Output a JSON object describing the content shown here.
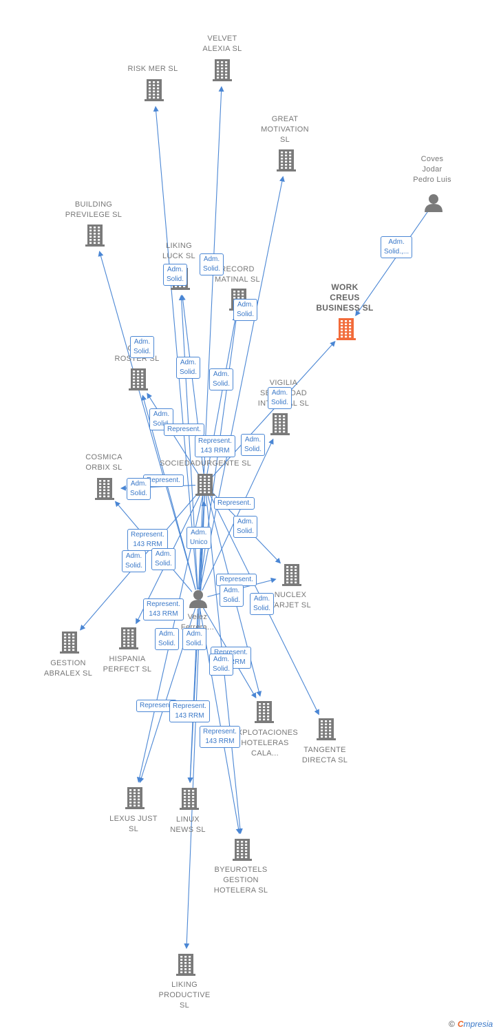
{
  "nodes": [
    {
      "id": "velvet",
      "type": "company",
      "lines": [
        "VELVET",
        "ALEXIA  SL"
      ]
    },
    {
      "id": "riskmer",
      "type": "company",
      "lines": [
        "RISK MER  SL"
      ]
    },
    {
      "id": "great",
      "type": "company",
      "lines": [
        "GREAT",
        "MOTIVATION",
        "SL"
      ]
    },
    {
      "id": "coves",
      "type": "person",
      "lines": [
        "Coves",
        "Jodar",
        "Pedro Luis"
      ]
    },
    {
      "id": "building",
      "type": "company",
      "lines": [
        "BUILDING",
        "PREVILEGE  SL"
      ]
    },
    {
      "id": "likingluck",
      "type": "company",
      "lines": [
        "LIKING",
        "LUCK  SL"
      ]
    },
    {
      "id": "record",
      "type": "company",
      "lines": [
        "RECORD",
        "MATINAL  SL"
      ]
    },
    {
      "id": "workcreus",
      "type": "company",
      "highlight": true,
      "lines": [
        "WORK",
        "CREUS",
        "BUSINESS  SL"
      ]
    },
    {
      "id": "cosmo",
      "type": "company",
      "lines": [
        "CO...",
        "ROSTER  SL"
      ]
    },
    {
      "id": "vigilia",
      "type": "company",
      "lines": [
        "VIGILIA",
        "SEGURIDAD",
        "INTEGRAL  SL"
      ]
    },
    {
      "id": "sociedad",
      "type": "company",
      "lines": [
        "G...",
        "SOCIEDADURGENTE SL"
      ]
    },
    {
      "id": "cosmica",
      "type": "company",
      "lines": [
        "COSMICA",
        "ORBIX  SL"
      ]
    },
    {
      "id": "nuclex",
      "type": "company",
      "lines": [
        "NUCLEX",
        "TARJET  SL"
      ]
    },
    {
      "id": "velez",
      "type": "person",
      "lines": [
        "Velez",
        "Ferrera..."
      ]
    },
    {
      "id": "gestion",
      "type": "company",
      "lines": [
        "GESTION",
        "ABRALEX  SL"
      ]
    },
    {
      "id": "hispania",
      "type": "company",
      "lines": [
        "HISPANIA",
        "PERFECT  SL"
      ]
    },
    {
      "id": "explot",
      "type": "company",
      "lines": [
        "EXPLOTACIONES",
        "HOTELERAS",
        "CALA..."
      ]
    },
    {
      "id": "tangente",
      "type": "company",
      "lines": [
        "TANGENTE",
        "DIRECTA  SL"
      ]
    },
    {
      "id": "lexus",
      "type": "company",
      "lines": [
        "LEXUS JUST",
        "SL"
      ]
    },
    {
      "id": "linux",
      "type": "company",
      "lines": [
        "LINUX",
        "NEWS  SL"
      ]
    },
    {
      "id": "byeurotels",
      "type": "company",
      "lines": [
        "BYEUROTELS",
        "GESTION",
        "HOTELERA  SL"
      ]
    },
    {
      "id": "likingprod",
      "type": "company",
      "lines": [
        "LIKING",
        "PRODUCTIVE",
        "SL"
      ]
    }
  ],
  "edges": [
    {
      "from": "coves",
      "to": "workcreus"
    },
    {
      "from": "velez",
      "to": "riskmer"
    },
    {
      "from": "velez",
      "to": "velvet"
    },
    {
      "from": "velez",
      "to": "great"
    },
    {
      "from": "velez",
      "to": "building"
    },
    {
      "from": "velez",
      "to": "likingluck"
    },
    {
      "from": "sociedad",
      "to": "likingluck"
    },
    {
      "from": "velez",
      "to": "record"
    },
    {
      "from": "sociedad",
      "to": "record"
    },
    {
      "from": "velez",
      "to": "cosmo"
    },
    {
      "from": "sociedad",
      "to": "cosmo"
    },
    {
      "from": "sociedad",
      "to": "workcreus"
    },
    {
      "from": "velez",
      "to": "vigilia"
    },
    {
      "from": "velez",
      "to": "sociedad"
    },
    {
      "from": "sociedad",
      "to": "cosmica"
    },
    {
      "from": "velez",
      "to": "cosmica"
    },
    {
      "from": "sociedad",
      "to": "nuclex"
    },
    {
      "from": "velez",
      "to": "nuclex"
    },
    {
      "from": "sociedad",
      "to": "gestion"
    },
    {
      "from": "sociedad",
      "to": "hispania"
    },
    {
      "from": "velez",
      "to": "explot"
    },
    {
      "from": "sociedad",
      "to": "explot"
    },
    {
      "from": "sociedad",
      "to": "tangente"
    },
    {
      "from": "sociedad",
      "to": "lexus"
    },
    {
      "from": "velez",
      "to": "lexus"
    },
    {
      "from": "sociedad",
      "to": "linux"
    },
    {
      "from": "velez",
      "to": "linux"
    },
    {
      "from": "sociedad",
      "to": "byeurotels"
    },
    {
      "from": "velez",
      "to": "byeurotels"
    },
    {
      "from": "sociedad",
      "to": "likingprod"
    }
  ],
  "badges": [
    {
      "id": "b-coves",
      "lines": [
        "Adm.",
        "Solid.,..."
      ]
    },
    {
      "id": "b-ll1",
      "lines": [
        "Adm.",
        "Solid."
      ]
    },
    {
      "id": "b-ll2",
      "lines": [
        "Adm.",
        "Solid."
      ]
    },
    {
      "id": "b-rec",
      "lines": [
        "Adm.",
        "Solid."
      ]
    },
    {
      "id": "b-cos1",
      "lines": [
        "Adm.",
        "Solid."
      ]
    },
    {
      "id": "b-mid1",
      "lines": [
        "Adm.",
        "Solid."
      ]
    },
    {
      "id": "b-mid2",
      "lines": [
        "Adm.",
        "Solid."
      ]
    },
    {
      "id": "b-vig",
      "lines": [
        "Adm.",
        "Solid."
      ]
    },
    {
      "id": "b-cos2",
      "lines": [
        "Adm.",
        "Solid."
      ]
    },
    {
      "id": "b-rep1",
      "lines": [
        "Represent."
      ]
    },
    {
      "id": "b-rep143a",
      "lines": [
        "Represent.",
        "143 RRM"
      ]
    },
    {
      "id": "b-soc",
      "lines": [
        "Adm.",
        "Solid."
      ]
    },
    {
      "id": "b-rep2",
      "lines": [
        "Represent."
      ]
    },
    {
      "id": "b-cosm",
      "lines": [
        "Adm.",
        "Solid."
      ]
    },
    {
      "id": "b-rep3",
      "lines": [
        "Represent."
      ]
    },
    {
      "id": "b-nuc1",
      "lines": [
        "Adm.",
        "Solid."
      ]
    },
    {
      "id": "b-rep143b",
      "lines": [
        "Represent.",
        "143 RRM"
      ]
    },
    {
      "id": "b-unico",
      "lines": [
        "Adm.",
        "Unico"
      ]
    },
    {
      "id": "b-gest1",
      "lines": [
        "Adm.",
        "Solid."
      ]
    },
    {
      "id": "b-gest2",
      "lines": [
        "Adm.",
        "Solid."
      ]
    },
    {
      "id": "b-rep4",
      "lines": [
        "Represent."
      ]
    },
    {
      "id": "b-nuc2",
      "lines": [
        "Adm.",
        "Solid."
      ]
    },
    {
      "id": "b-nuc3",
      "lines": [
        "Adm.",
        "Solid."
      ]
    },
    {
      "id": "b-rep143c",
      "lines": [
        "Represent.",
        "143 RRM"
      ]
    },
    {
      "id": "b-his1",
      "lines": [
        "Adm.",
        "Solid."
      ]
    },
    {
      "id": "b-his2",
      "lines": [
        "Adm.",
        "Solid."
      ]
    },
    {
      "id": "b-rep143d",
      "lines": [
        "Represent.",
        "143 RRM"
      ]
    },
    {
      "id": "b-exp",
      "lines": [
        "Adm.",
        "Solid."
      ]
    },
    {
      "id": "b-rep5",
      "lines": [
        "Represent."
      ]
    },
    {
      "id": "b-rep143e",
      "lines": [
        "Represent.",
        "143 RRM"
      ]
    },
    {
      "id": "b-rep143f",
      "lines": [
        "Represent.",
        "143 RRM"
      ]
    }
  ],
  "footer": {
    "copyright": "©",
    "brand_initial": "C",
    "brand_rest": "mpresia"
  },
  "colors": {
    "edge": "#4a86d4",
    "node": "#7a7a7a",
    "highlight": "#f26b3a",
    "badge_border": "#4a86d4"
  }
}
